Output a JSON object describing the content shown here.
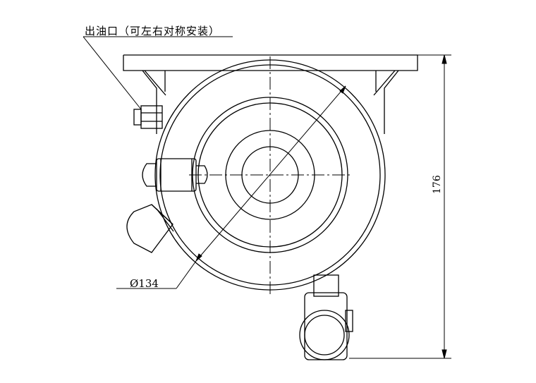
{
  "annotations": {
    "outlet_note": "出油口（可左右对称安装）",
    "diameter": "Ø134",
    "height": "176"
  }
}
